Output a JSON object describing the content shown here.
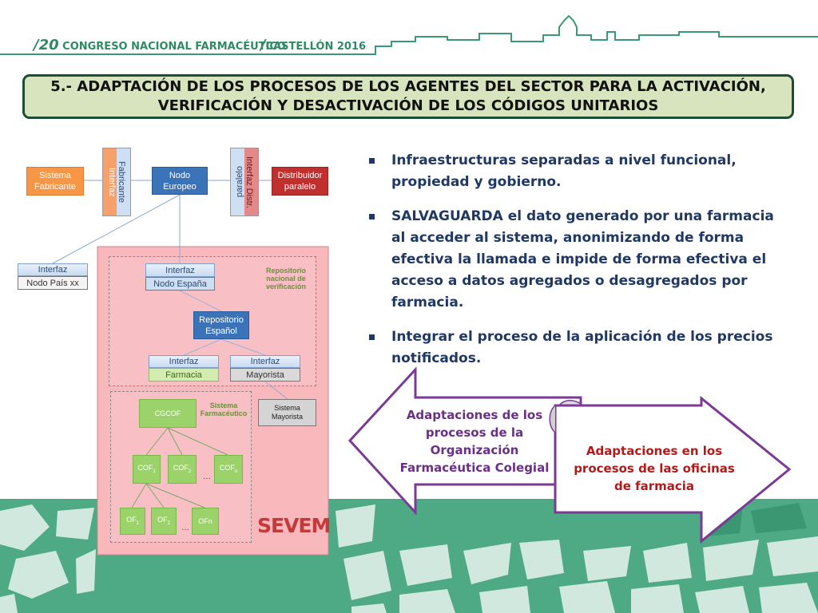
{
  "header": {
    "left_number": "/20",
    "left_text": "CONGRESO NACIONAL FARMACÉUTICO",
    "right_slash": "/",
    "right_text": "CASTELLÓN 2016"
  },
  "title": {
    "line1": "5.- ADAPTACIÓN DE LOS PROCESOS DE LOS AGENTES DEL SECTOR PARA LA ACTIVACIÓN,",
    "line2": "VERIFICACIÓN Y DESACTIVACIÓN DE LOS CÓDIGOS UNITARIOS"
  },
  "diagram": {
    "sistema_fabricante_1": "Sistema",
    "sistema_fabricante_2": "Fabricante",
    "interfaz_fabricante_a": "Interfaz",
    "interfaz_fabricante_b": "Fabricante",
    "nodo_europeo_1": "Nodo",
    "nodo_europeo_2": "Europeo",
    "interfaz_distr_a": "Interfaz Distr.",
    "interfaz_distr_b": "paralelo",
    "distribuidor_1": "Distribuidor",
    "distribuidor_2": "paralelo",
    "interfaz_pais": "Interfaz",
    "nodo_pais": "Nodo País xx",
    "interfaz_espana": "Interfaz",
    "nodo_espana": "Nodo España",
    "repositorio_nacional_1": "Repositorio",
    "repositorio_nacional_2": "nacional de",
    "repositorio_nacional_3": "verificación",
    "repositorio_espanol_1": "Repositorio",
    "repositorio_espanol_2": "Español",
    "interfaz_farmacia": "Interfaz",
    "farmacia": "Farmacia",
    "interfaz_mayorista": "Interfaz",
    "mayorista": "Mayorista",
    "sistema_farmaceutico_1": "Sistema",
    "sistema_farmaceutico_2": "Farmacéutico",
    "sistema_mayorista_1": "Sistema",
    "sistema_mayorista_2": "Mayorista",
    "cgcof": "CGCOF",
    "cof1": "COF",
    "cof1_sub": "1",
    "cof2": "COF",
    "cof2_sub": "2",
    "cofn": "COF",
    "cofn_sub": "n",
    "ellipsis1": "…",
    "of1": "OF",
    "of1_sub": "1",
    "of2": "OF",
    "of2_sub": "2",
    "ofn": "OFn",
    "ellipsis2": "…",
    "sevem": "SEVEM"
  },
  "bullets": [
    "Infraestructuras separadas a nivel funcional, propiedad y gobierno.",
    "SALVAGUARDA el dato generado por una farmacia al acceder al sistema, anonimizando de forma efectiva la llamada e impide de forma efectiva el acceso a datos agregados o desagregados por farmacia.",
    "Integrar el proceso de la aplicación de los precios notificados."
  ],
  "arrows": {
    "left_1": "Adaptaciones de los",
    "left_2": "procesos de la",
    "left_3": "Organización",
    "left_4": "Farmacéutica Colegial",
    "right_1": "Adaptaciones en los",
    "right_2": "procesos de las oficinas",
    "right_3": "de farmacia"
  },
  "colors": {
    "brand_green": "#2f8a66",
    "title_bg": "#d7e4bd",
    "bullet_text": "#1f3864",
    "left_arrow_text": "#6a2f86",
    "right_arrow_text": "#b01a1a",
    "sevem_pink": "#f8b8bc"
  }
}
